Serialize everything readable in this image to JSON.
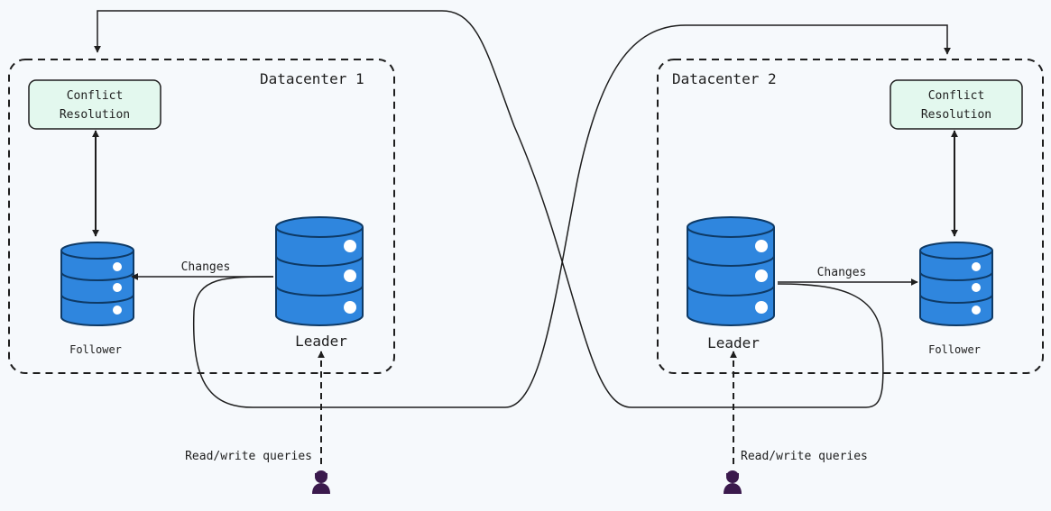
{
  "colors": {
    "background": "#f6f9fc",
    "stroke": "#1e1e1e",
    "db_fill": "#2f86de",
    "db_stroke": "#0e3a66",
    "conflict_fill": "#e3f8ee",
    "user_icon": "#3b1a4d"
  },
  "datacenters": [
    {
      "label": "Datacenter 1",
      "conflict_box": {
        "line1": "Conflict",
        "line2": "Resolution"
      },
      "follower_label": "Follower",
      "leader_label": "Leader",
      "changes_label": "Changes",
      "query_label": "Read/write queries",
      "icons": {
        "follower": "database-icon",
        "leader": "database-icon",
        "client": "user-icon"
      }
    },
    {
      "label": "Datacenter 2",
      "conflict_box": {
        "line1": "Conflict",
        "line2": "Resolution"
      },
      "follower_label": "Follower",
      "leader_label": "Leader",
      "changes_label": "Changes",
      "query_label": "Read/write queries",
      "icons": {
        "follower": "database-icon",
        "leader": "database-icon",
        "client": "user-icon"
      }
    }
  ]
}
